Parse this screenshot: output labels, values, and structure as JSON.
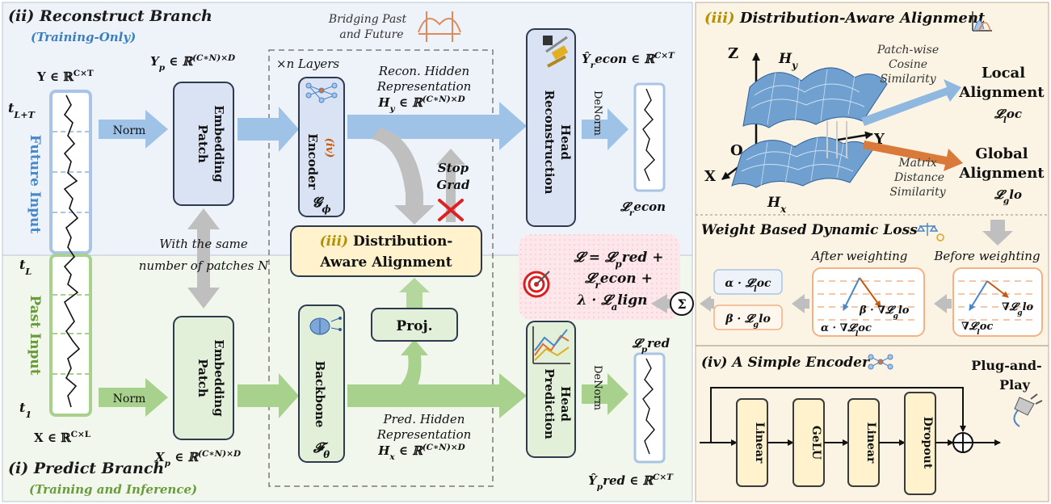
{
  "reconstruct": {
    "title": "(ii) Reconstruct Branch",
    "subtitle": "(Training-Only)",
    "y_input": "Y ∈ ℝ^{C×T}",
    "yp": "Y_p ∈ ℝ^{(C∗N)×D}",
    "bridge_line1": "Bridging Past",
    "bridge_line2": "and Future",
    "layers": "×n Layers",
    "recon_hidden_1": "Recon. Hidden",
    "recon_hidden_2": "Representation",
    "hy": "H_y ∈ ℝ^{(C∗N)×D}",
    "y_recon": "Ŷ_recon ∈ ℝ^{C×T}",
    "t_top": "t_{L+T}",
    "axis_label": "Future Input",
    "norm": "Norm",
    "patch_embed_1": "Patch",
    "patch_embed_2": "Embedding",
    "encoder_tag": "(iv)",
    "encoder": "Encoder",
    "encoder_sym": "𝓖_ϕ",
    "stop_grad_1": "Stop",
    "stop_grad_2": "Grad",
    "recon_head_1": "Reconstruction",
    "recon_head_2": "Head",
    "denorm": "DeNorm",
    "loss_recon": "𝓛_recon"
  },
  "shared": {
    "same_patch_1": "With the same",
    "same_patch_2": "number of patches N",
    "daa_tag": "(iii)",
    "daa_1": "Distribution-",
    "daa_2": "Aware Alignment",
    "loss_1": "𝓛 = 𝓛_pred +",
    "loss_2": "𝓛_recon +",
    "loss_3": "λ · 𝓛_align",
    "sigma": "Σ"
  },
  "predict": {
    "title": "(i) Predict Branch",
    "subtitle": "(Training and Inference)",
    "t_L": "t_L",
    "t_1": "t_1",
    "axis_label": "Past Input",
    "x_input": "X ∈ ℝ^{C×L}",
    "xp": "X_p ∈ ℝ^{(C∗N)×D}",
    "norm": "Norm",
    "patch_embed_1": "Patch",
    "patch_embed_2": "Embedding",
    "backbone": "Backbone",
    "backbone_sym": "𝓕_θ",
    "proj": "Proj.",
    "pred_hidden_1": "Pred. Hidden",
    "pred_hidden_2": "Representation",
    "hx": "H_x ∈ ℝ^{(C∗N)×D}",
    "pred_head_1": "Prediction",
    "pred_head_2": "Head",
    "denorm": "DeNorm",
    "loss_pred": "𝓛_pred",
    "y_pred": "Ŷ_pred ∈ ℝ^{C×T}"
  },
  "alignment": {
    "title_tag": "(iii)",
    "title": "Distribution-Aware Alignment",
    "z": "Z",
    "y": "Y",
    "x": "X",
    "o": "O",
    "hy": "H_y",
    "hx": "H_x",
    "patch_cos_1": "Patch-wise",
    "patch_cos_2": "Cosine",
    "patch_cos_3": "Similarity",
    "matrix_1": "Matrix",
    "matrix_2": "Distance",
    "matrix_3": "Similarity",
    "local_1": "Local",
    "local_2": "Alignment",
    "local_loss": "𝓛_loc",
    "global_1": "Global",
    "global_2": "Alignment",
    "global_loss": "𝓛_glo"
  },
  "dynamic_loss": {
    "title": "Weight Based Dynamic Loss",
    "after": "After weighting",
    "before": "Before weighting",
    "alpha_loc": "α · 𝓛_loc",
    "beta_glo": "β · 𝓛_glo",
    "grad_beta": "β · ∇𝓛_glo",
    "grad_alpha": "α · ∇𝓛_loc",
    "grad_glo": "∇𝓛_glo",
    "grad_loc": "∇𝓛_loc"
  },
  "encoder": {
    "title": "(iv) A Simple Encoder",
    "plug_1": "Plug-and-",
    "plug_2": "Play",
    "blocks": [
      "Linear",
      "GeLU",
      "Linear",
      "Dropout"
    ]
  },
  "colors": {
    "blue_arrow": "#9fc3e6",
    "green_arrow": "#a9d18e",
    "blue_box": "#dae3f3",
    "green_box": "#e2f0d9",
    "yellow_box": "#fff2cc",
    "right_panel": "#fbf4e4",
    "orange": "#c55a11"
  }
}
